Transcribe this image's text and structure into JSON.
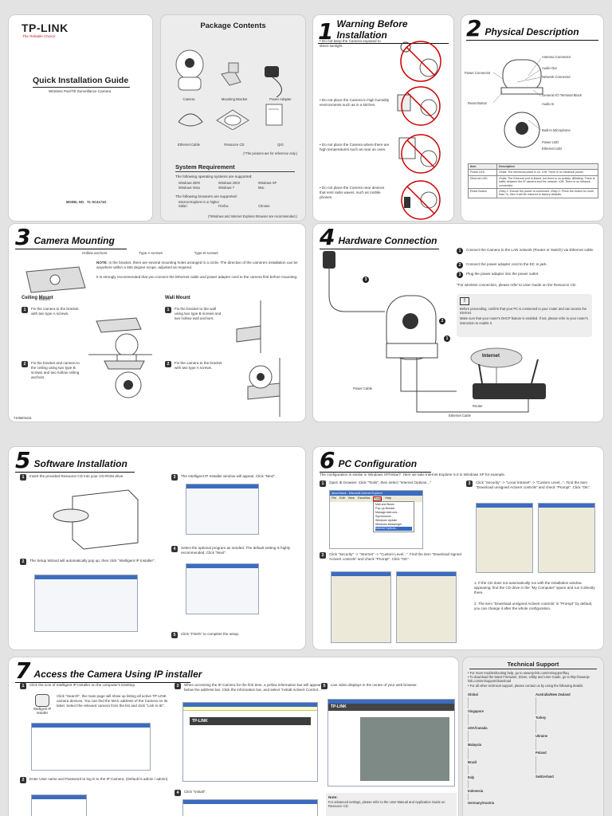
{
  "cover": {
    "logo": "TP-LINK",
    "tagline": "The Reliable Choice",
    "guide_title": "Quick Installation Guide",
    "subtitle": "Wireless Pan/Tilt Surveillance Camera",
    "model_label": "MODEL NO.",
    "model": "TL-SC4171G"
  },
  "package": {
    "title": "Package Contents",
    "items": [
      "Camera",
      "Mounting Bracket",
      "Power Adapter",
      "Ethernet Cable",
      "Resource CD",
      "QIG"
    ],
    "note": "(*The pictures are for reference only.)"
  },
  "system": {
    "title": "System Requirement",
    "os_intro": "The following operating systems are supported:",
    "os": [
      "Windows 2000",
      "Windows 2003",
      "Windows XP",
      "Windows Vista",
      "Windows 7",
      "Mac"
    ],
    "browser_intro": "The following browsers are supported:",
    "browsers": [
      "Internet Explorer 6 or higher",
      "Safari",
      "Firefox",
      "Chrome"
    ],
    "browser_note": "(*Windows and Internet Explorer Browser are recommended.)"
  },
  "warning": {
    "num": "1",
    "title": "Warning Before Installation",
    "items": [
      "Do not keep the Camera exposed to direct sunlight.",
      "Do not place the Camera in high humidity environments such as in a kitchen.",
      "Do not place the Camera where there are high temperatures such as near an oven.",
      "Do not place the Camera near devices that emit radio waves, such as mobile phones."
    ]
  },
  "physical": {
    "num": "2",
    "title": "Physical Description",
    "labels": [
      "Antenna Connector",
      "Audio Out",
      "Network Connector",
      "Power Connector",
      "General I/O Terminal Block",
      "Reset Button",
      "Audio In",
      "Built-in Microphone",
      "Power LED",
      "Ethernet LED"
    ],
    "table_head": [
      "Item",
      "Description"
    ],
    "rows": [
      [
        "Power LED",
        "•Solid: The electrical power is on. •Off: There is no electrical power."
      ],
      [
        "Ethernet LED",
        "•Solid: The Ethernet port is linked, but there is no activity. •Blinking: There is traffic between the IP camera and the network. •Off: There is no network connection."
      ],
      [
        "Reset Button",
        "•Step 1: Ensure the power is connected. •Step 2: Press the button for more than 7s, then it will be restored to factory defaults."
      ]
    ]
  },
  "mounting": {
    "num": "3",
    "title": "Camera Mounting",
    "hollow": "Hollow anchors",
    "type_a": "Type A screws",
    "type_b": "Type B screws",
    "note_label": "NOTE",
    "note": "In the bracket, there are several mounting holes arranged in a circle. The direction of the camera's installation can be anywhere within a 360 degree scope, adjusted as required.",
    "note2": "It is strongly recommended that you connect the Ethernet cable and power adapter cord to the camera first before mounting.",
    "bracket": "Bracket",
    "ceiling": "Ceiling Mount",
    "wall": "Wall Mount",
    "c1": "Fix the camera to the bracket with two type A screws.",
    "c2": "Fix the bracket and camera to the ceiling using two type B screws and two hollow ceiling anchors.",
    "w1": "Fix the bracket to the wall using two type B screws and two hollow wall anchors.",
    "w2": "Fix the camera to the bracket with two type A screws.",
    "code": "7106503431"
  },
  "hardware": {
    "num": "4",
    "title": "Hardware Connection",
    "s1": "Connect the Camera to the LAN network (Router or Switch) via Ethernet cable.",
    "s2": "Connect the power adapter cord to the DC in jack.",
    "s3": "Plug the power adapter into the power outlet.",
    "wifi": "*For wireless connection, please refer to User Guide on the Resource CD.",
    "warn1": "Before proceeding, confirm that your PC is connected to your router and can access the Internet.",
    "warn2": "Make sure that your router's DHCP feature is enabled. If not, please refer to your router's instruction to enable it.",
    "internet": "Internet",
    "power_cable": "Power Cable",
    "eth_cable": "Ethernet Cable",
    "router": "Router"
  },
  "software": {
    "num": "5",
    "title": "Software Installation",
    "s1": "Insert the provided Resource CD into your CD-ROM drive.",
    "s2": "The Setup Wizard will automatically pop up, then click \"Intelligent IP Installer\".",
    "s3": "The Intelligent IP Installer window will appear. Click \"Next\".",
    "s4": "Select the optional program as needed. The default setting is highly recommended. Click \"Next\".",
    "s5": "Click \"Finish\" to complete the setup."
  },
  "pc": {
    "num": "6",
    "title": "PC Configuration",
    "intro": "The configuration is similar in Windows XP/Vista/7. Here we take Internet Explorer 6.0 in Windows XP for example.",
    "s1": "Open IE browser. Click \"Tools\", then select \"Internet Options...\"",
    "s2": "Click \"Security\" -> \"Internet\" -> \"Custom Level...\". Find the item \"Download signed ActiveX controls\" and check \"Prompt\". Click \"OK\".",
    "s3": "Click \"Security\" -> \"Local Intranet\" -> \"Custom Level...\". Find the item \"Download unsigned ActiveX controls\" and check \"Prompt\". Click \"OK\".",
    "n1": "1. If the CD does not automatically run with the installation window appearing, find the CD drive in the \"My Computer\" space and run it directly there.",
    "n2": "2. The item \"Download unsigned ActiveX controls\" is \"Prompt\" by default, you can change it after the whole configuration.",
    "ie_title": "about:blank - Microsoft Internet Explorer",
    "menu": [
      "File",
      "Edit",
      "View",
      "Favorites",
      "Tools",
      "Help"
    ],
    "tools": [
      "Mail and News",
      "Pop-up Blocker",
      "Manage Add-ons...",
      "Synchronize...",
      "Windows Update",
      "Windows Messenger",
      "Internet Options..."
    ]
  },
  "access": {
    "num": "7",
    "title": "Access the Camera Using IP installer",
    "s1": "Click the icon of Intelligent IP Installer on the computer's Desktop.",
    "s1b": "Click \"Search\", the main page will show up listing all active TP-LINK camera devices. You can find the MAC address of the Camera on its label. Select the relevant camera from the list and click \"Link to IE\".",
    "icon_label": "Intelligent IP Installer",
    "s2": "Enter User name and Password to log in to the IP Camera. (Default is admin / admin)",
    "s3": "When accessing the IP Camera for the first time, a yellow information bar will appear below the address bar. Click the information bar, and select \"Install ActiveX Control...\".",
    "s4": "Click \"Install\".",
    "s5": "Live video displays in the centre of your web browser.",
    "note_label": "Note:",
    "note": "For advanced settings, please refer to the User Manual and Application Guide on Resource CD."
  },
  "support": {
    "title": "Technical Support",
    "lines": [
      "For more troubleshooting help, go to www.tp-link.com/en/support/faq",
      "To download the latest Firmware, Driver, Utility and User Guide, go to http://www.tp-link.com/en/support/download",
      "For all other technical support, please contact us by using the following details:"
    ],
    "regions": [
      "Global",
      "Singapore",
      "USA/Canada",
      "Malaysia",
      "Australia/New Zealand",
      "Turkey",
      "Ukraine",
      "Poland",
      "Switzerland",
      "Brazil",
      "Italy",
      "Indonesia",
      "Germany/Austria"
    ]
  }
}
